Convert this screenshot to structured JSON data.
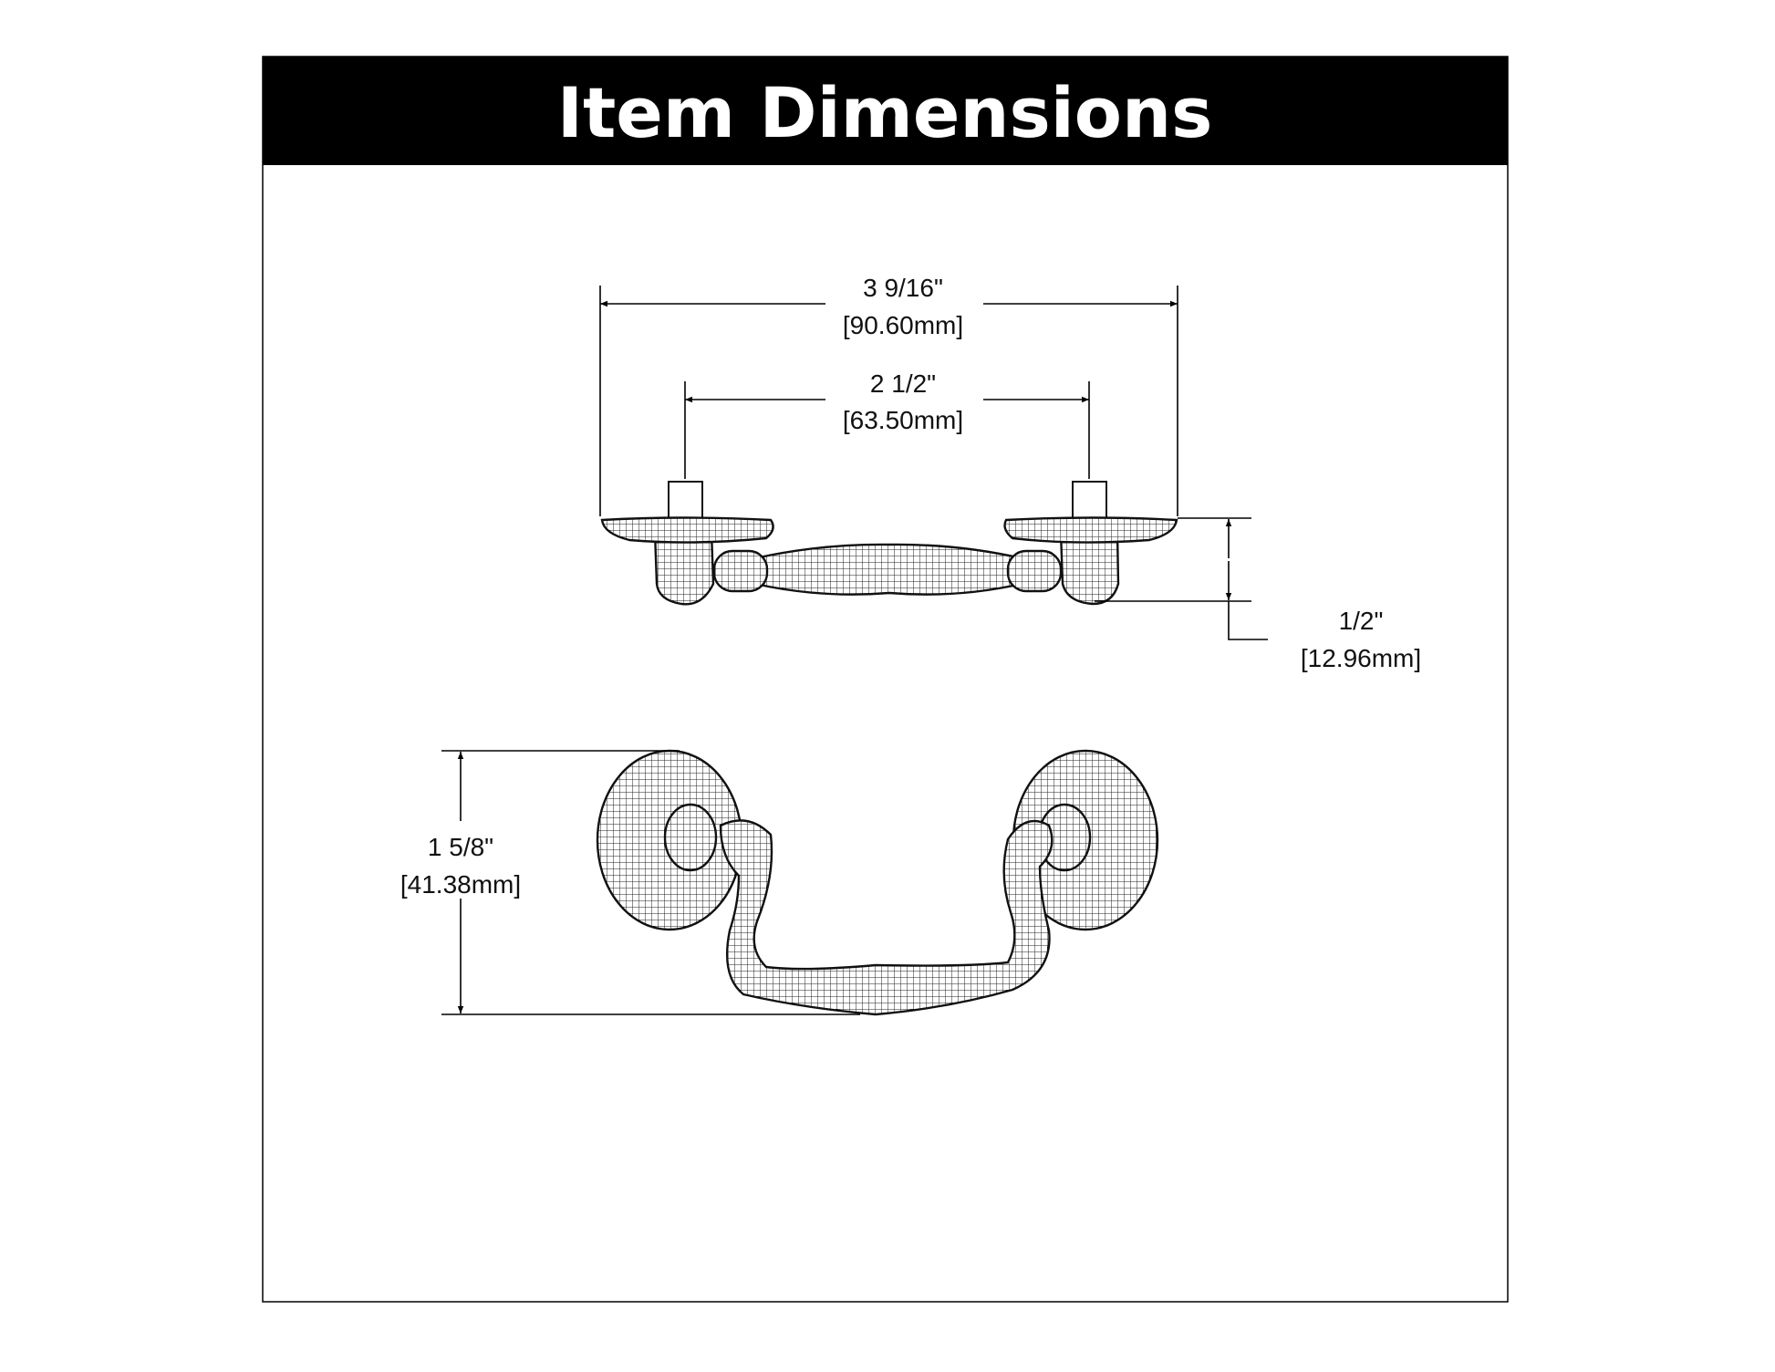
{
  "header": {
    "title": "Item Dimensions"
  },
  "dimensions": {
    "overall_width": {
      "imperial": "3 9/16\"",
      "metric": "[90.60mm]"
    },
    "center_to_center": {
      "imperial": "2 1/2\"",
      "metric": "[63.50mm]"
    },
    "projection": {
      "imperial": "1/2\"",
      "metric": "[12.96mm]"
    },
    "height": {
      "imperial": "1 5/8\"",
      "metric": "[41.38mm]"
    }
  },
  "colors": {
    "header_bg": "#000000",
    "header_text": "#ffffff",
    "line": "#000000"
  }
}
